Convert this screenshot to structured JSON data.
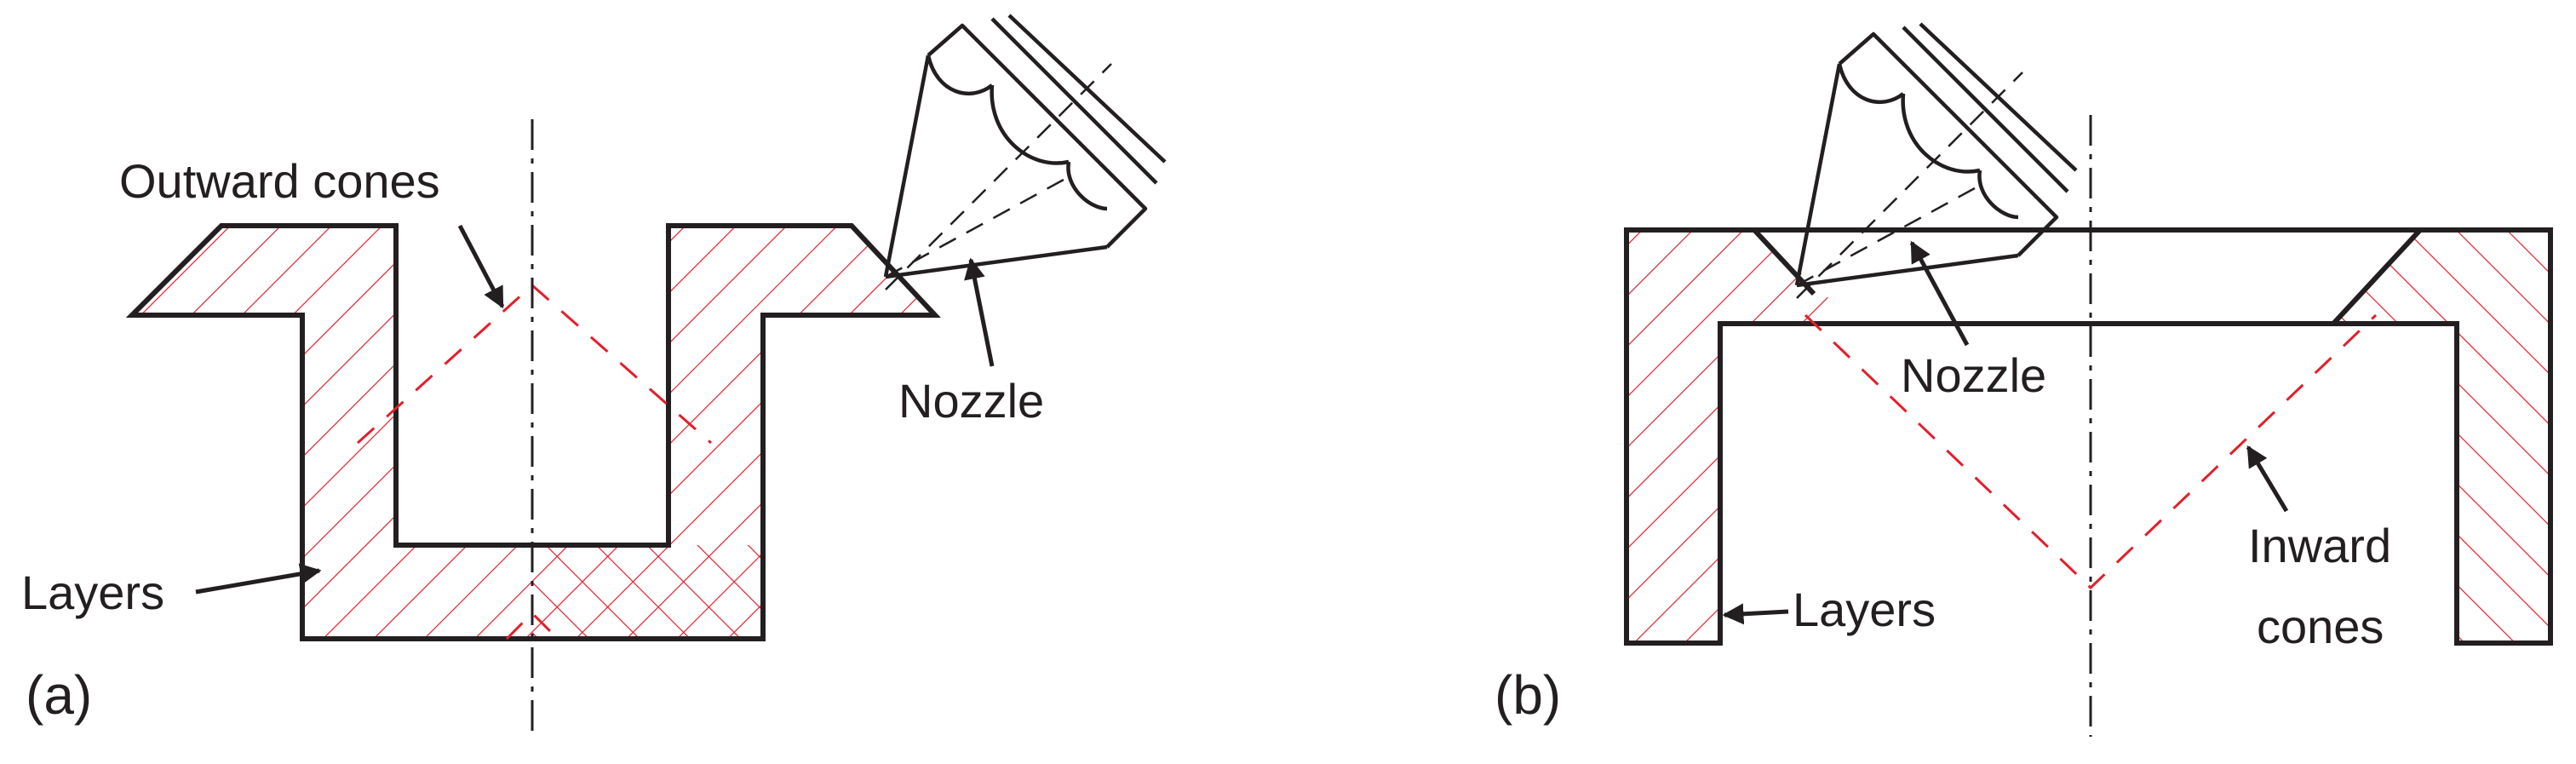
{
  "panel_a": {
    "letter": "(a)",
    "label_cones": "Outward cones",
    "label_nozzle": "Nozzle",
    "label_layers": "Layers"
  },
  "panel_b": {
    "letter": "(b)",
    "label_nozzle": "Nozzle",
    "label_layers": "Layers",
    "label_cones_line1": "Inward",
    "label_cones_line2": "cones"
  },
  "colors": {
    "ink": "#231f20",
    "cone": "#e41e2b"
  }
}
